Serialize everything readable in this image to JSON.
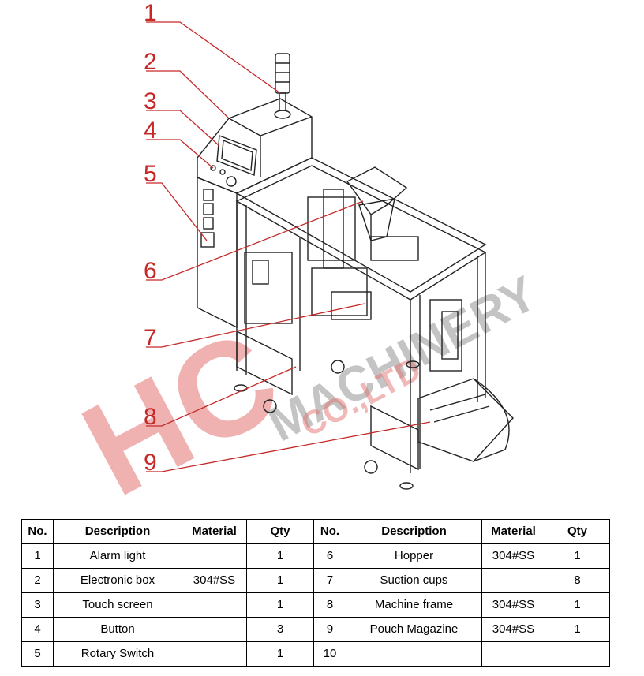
{
  "watermark": {
    "logo_text": "HC",
    "company_text": "MACHINERY",
    "suffix_text": "CO.,LTD",
    "logo_color": "#e57373",
    "text_color": "#9e9e9e"
  },
  "callout_color": "#c62828",
  "callouts": [
    "1",
    "2",
    "3",
    "4",
    "5",
    "6",
    "7",
    "8",
    "9"
  ],
  "table": {
    "headers": [
      "No.",
      "Description",
      "Material",
      "Qty",
      "No.",
      "Description",
      "Material",
      "Qty"
    ],
    "rows": [
      [
        "1",
        "Alarm light",
        "",
        "1",
        "6",
        "Hopper",
        "304#SS",
        "1"
      ],
      [
        "2",
        "Electronic box",
        "304#SS",
        "1",
        "7",
        "Suction cups",
        "",
        "8"
      ],
      [
        "3",
        "Touch screen",
        "",
        "1",
        "8",
        "Machine frame",
        "304#SS",
        "1"
      ],
      [
        "4",
        "Button",
        "",
        "3",
        "9",
        "Pouch Magazine",
        "304#SS",
        "1"
      ],
      [
        "5",
        "Rotary Switch",
        "",
        "1",
        "10",
        "",
        "",
        ""
      ]
    ]
  }
}
